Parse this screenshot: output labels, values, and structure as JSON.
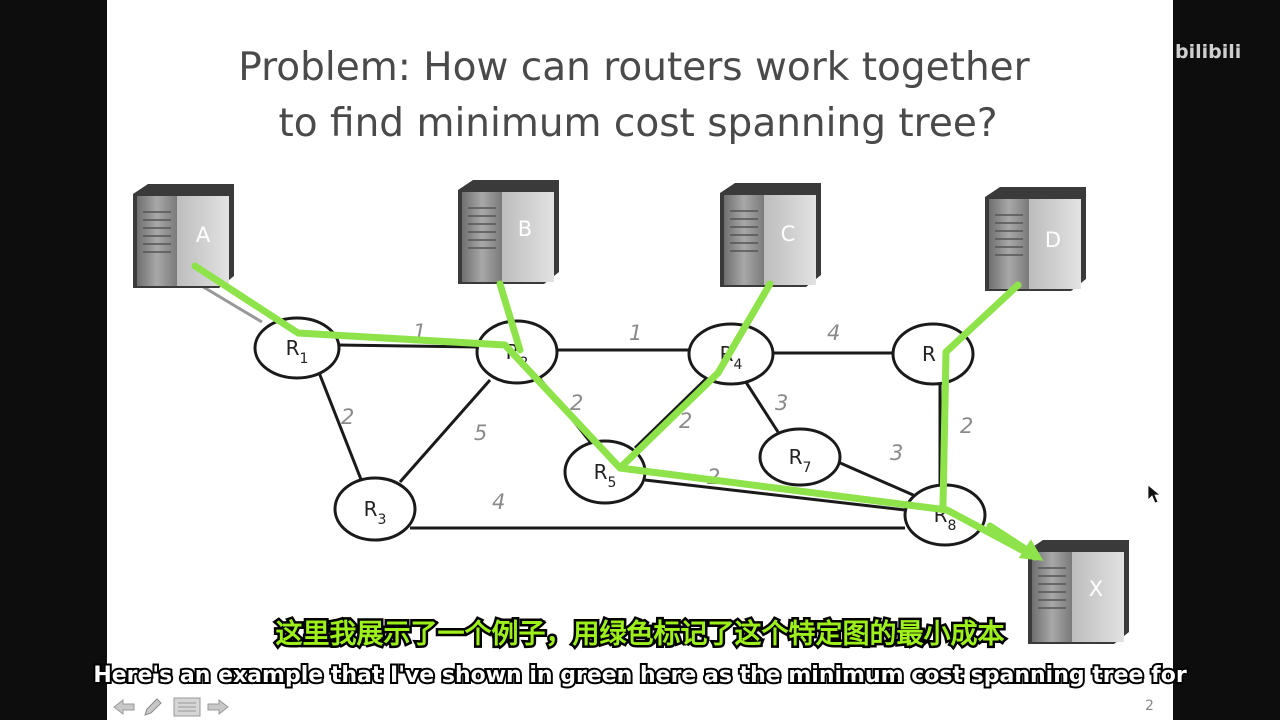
{
  "slide": {
    "title_line1": "Problem: How can routers work together",
    "title_line2": "to find minimum cost spanning tree?",
    "page_number": "2"
  },
  "diagram": {
    "servers": [
      {
        "id": "A",
        "label": "A"
      },
      {
        "id": "B",
        "label": "B"
      },
      {
        "id": "C",
        "label": "C"
      },
      {
        "id": "D",
        "label": "D"
      },
      {
        "id": "X",
        "label": "X"
      }
    ],
    "routers": [
      {
        "id": "R1",
        "base": "R",
        "sub": "1"
      },
      {
        "id": "R2",
        "base": "R",
        "sub": "2"
      },
      {
        "id": "R3",
        "base": "R",
        "sub": "3"
      },
      {
        "id": "R4",
        "base": "R",
        "sub": "4"
      },
      {
        "id": "R5",
        "base": "R",
        "sub": "5"
      },
      {
        "id": "R6",
        "base": "R",
        "sub": ""
      },
      {
        "id": "R7",
        "base": "R",
        "sub": "7"
      },
      {
        "id": "R8",
        "base": "R",
        "sub": "8"
      }
    ],
    "links": [
      {
        "from": "R1",
        "to": "R2",
        "cost": "1"
      },
      {
        "from": "R2",
        "to": "R4",
        "cost": "1"
      },
      {
        "from": "R4",
        "to": "R6",
        "cost": "4"
      },
      {
        "from": "R1",
        "to": "R3",
        "cost": "2"
      },
      {
        "from": "R2",
        "to": "R3",
        "cost": "5"
      },
      {
        "from": "R2",
        "to": "R5",
        "cost": "2"
      },
      {
        "from": "R4",
        "to": "R5",
        "cost": "2"
      },
      {
        "from": "R4",
        "to": "R7",
        "cost": "3"
      },
      {
        "from": "R7",
        "to": "R8",
        "cost": "3"
      },
      {
        "from": "R6",
        "to": "R8",
        "cost": "2"
      },
      {
        "from": "R5",
        "to": "R8",
        "cost": "2"
      },
      {
        "from": "R3",
        "to": "R8",
        "cost": "4"
      }
    ],
    "tree_color": "#8ee34a"
  },
  "subtitles": {
    "chinese": "这里我展示了一个例子，用绿色标记了这个特定图的最小成本",
    "english": "Here's an example that I've shown in green here as the minimum cost spanning tree for"
  },
  "watermark": {
    "logo": "bilibili"
  },
  "toolbar": {
    "prev_icon": "arrow-left-icon",
    "pen_icon": "pen-icon",
    "menu_icon": "slides-menu-icon",
    "next_icon": "arrow-right-icon"
  }
}
